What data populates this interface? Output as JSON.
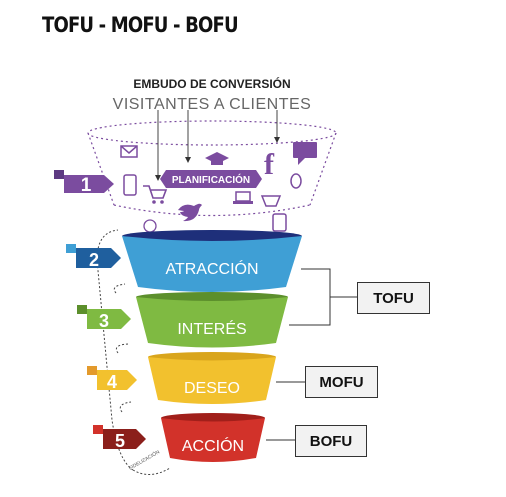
{
  "title": "TOFU - MOFU - BOFU",
  "funnel": {
    "header": "EMBUDO DE CONVERSIÓN",
    "subheader": "VISITANTES A CLIENTES",
    "planning_label": "PLANIFICACIÓN",
    "loyalty_label": "FIDELIZACIÓN",
    "stages": [
      {
        "number": "1",
        "label": "",
        "color": "#7b4c9f"
      },
      {
        "number": "2",
        "label": "ATRACCIÓN",
        "color": "#3f9fd5"
      },
      {
        "number": "3",
        "label": "INTERÉS",
        "color": "#7fba42"
      },
      {
        "number": "4",
        "label": "DESEO",
        "color": "#f2c12e"
      },
      {
        "number": "5",
        "label": "ACCIÓN",
        "color": "#d2322a"
      }
    ]
  },
  "boxes": {
    "tofu": "TOFU",
    "mofu": "MOFU",
    "bofu": "BOFU"
  },
  "icons": [
    "envelope-icon",
    "graduation-cap-icon",
    "facebook-icon",
    "chat-bubble-icon",
    "smartphone-icon",
    "cart-icon",
    "laptop-icon",
    "mouse-icon",
    "basket-icon",
    "twitter-icon",
    "tablet-icon",
    "globe-icon"
  ]
}
